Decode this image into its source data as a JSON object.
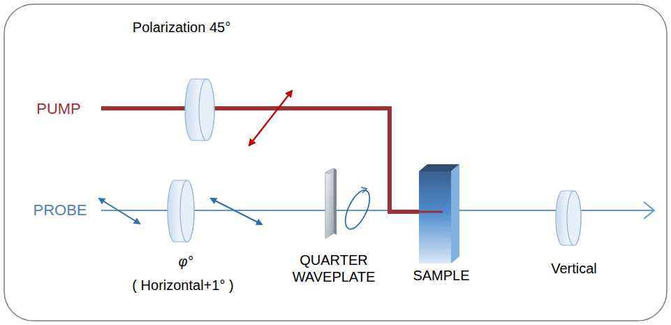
{
  "diagram": {
    "labels": [
      "Polarization 45°",
      "PUMP",
      "PROBE",
      "φ°",
      "( Horizontal+1° )",
      "QUARTER WAVEPLATE",
      "SAMPLE",
      "Vertical"
    ]
  }
}
